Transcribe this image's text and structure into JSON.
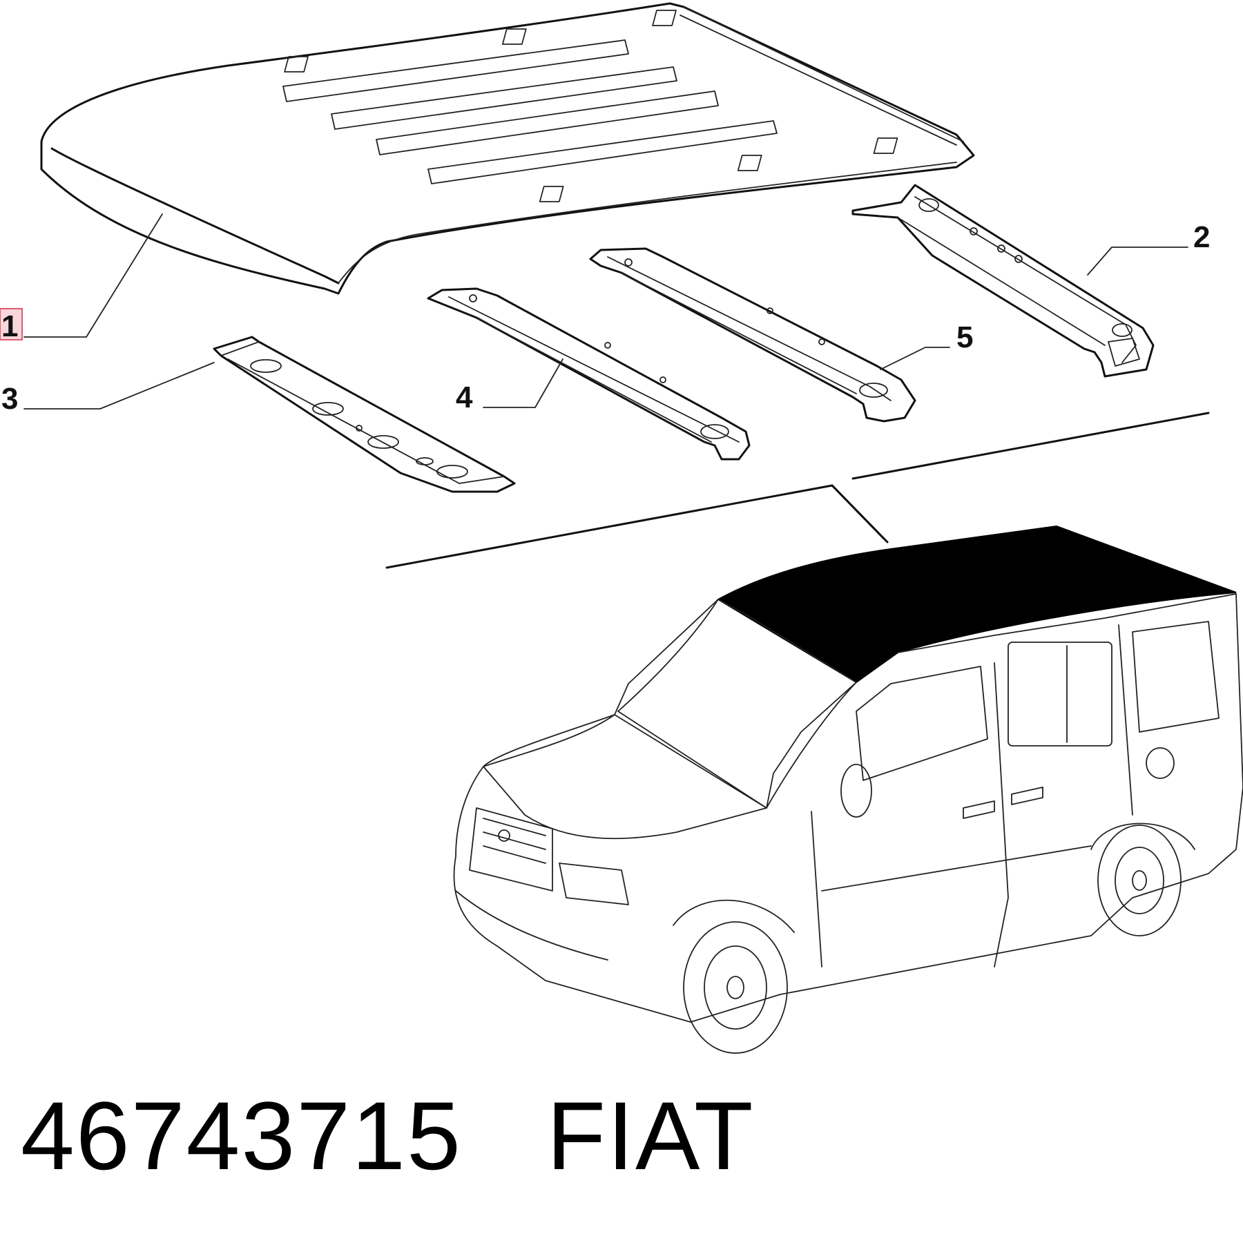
{
  "callouts": [
    {
      "number": "1",
      "highlighted": true
    },
    {
      "number": "2",
      "highlighted": false
    },
    {
      "number": "3",
      "highlighted": false
    },
    {
      "number": "4",
      "highlighted": false
    },
    {
      "number": "5",
      "highlighted": false
    }
  ],
  "caption": {
    "part_number": "46743715",
    "brand": "FIAT"
  },
  "colors": {
    "line": "#111111",
    "highlight_fill": "#f8d7dc",
    "highlight_border": "#e05a6e",
    "roof_fill": "#000000"
  }
}
